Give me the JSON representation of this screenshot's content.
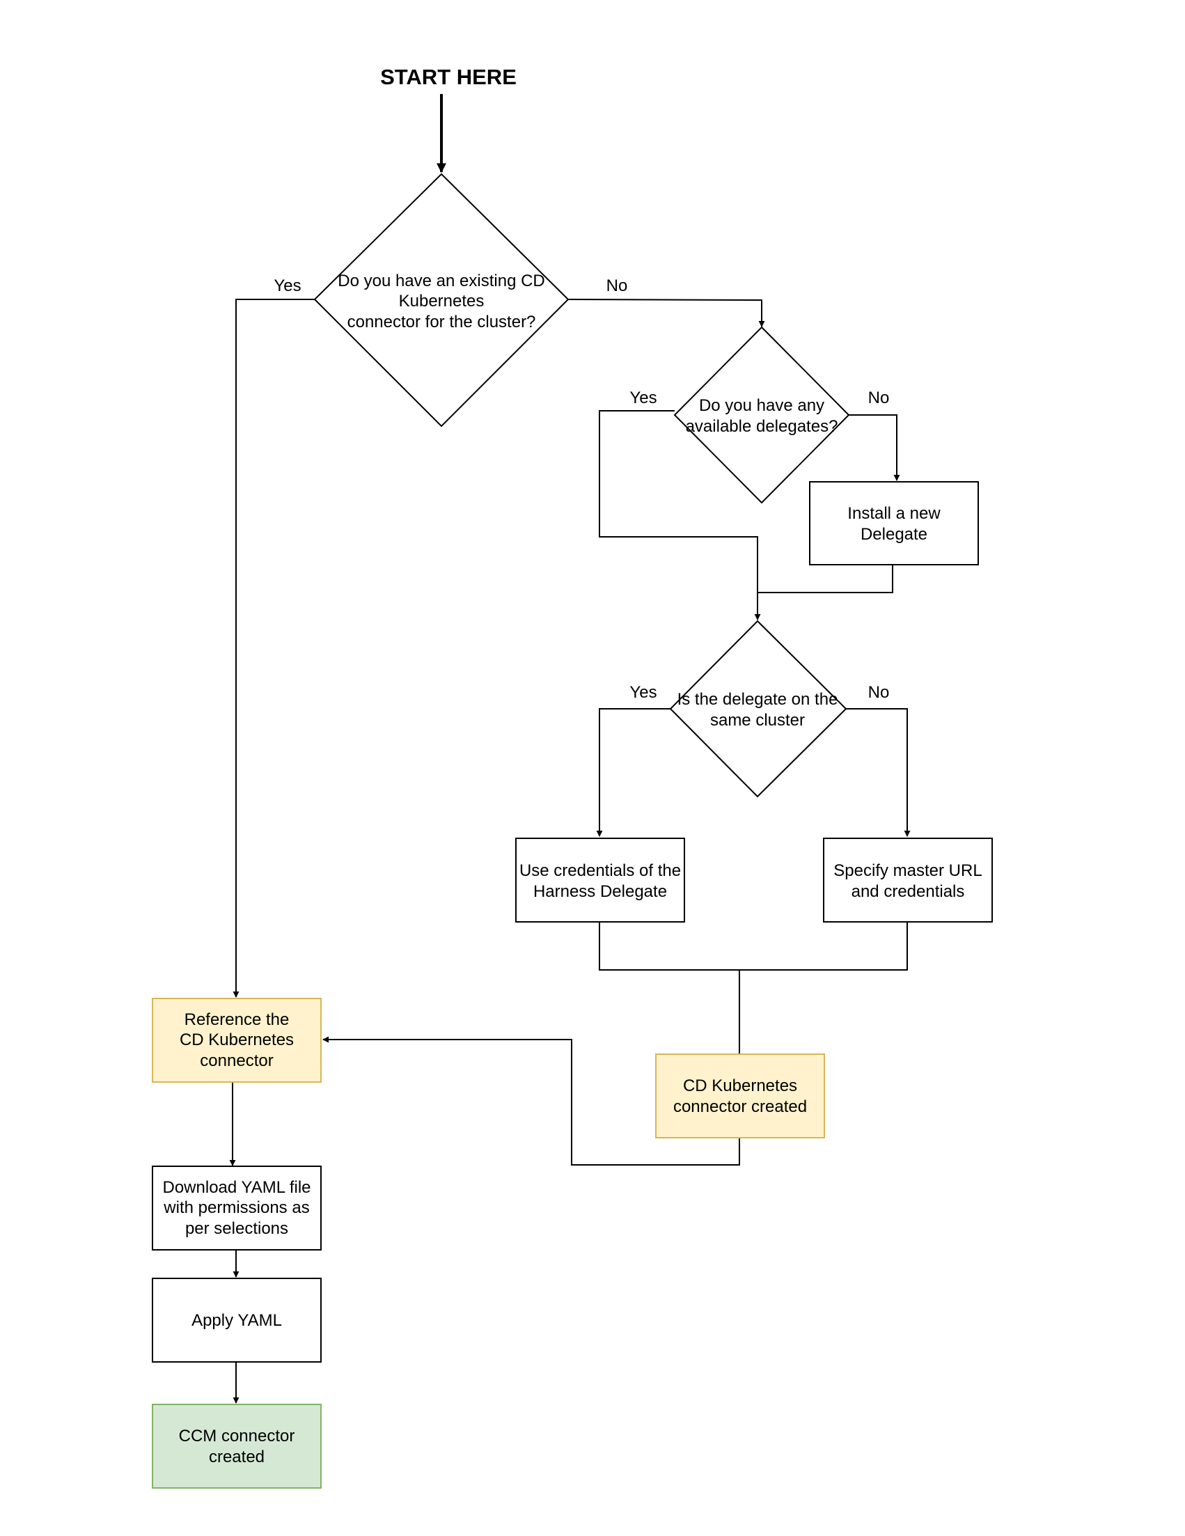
{
  "diagram": {
    "title": "START HERE",
    "nodes": {
      "q_existing_connector": [
        "Do you have an existing CD",
        "Kubernetes",
        "connector for the cluster?"
      ],
      "q_available_delegates": [
        "Do you have any",
        "available delegates?"
      ],
      "install_delegate": [
        "Install a new",
        "Delegate"
      ],
      "q_same_cluster": [
        "Is the delegate on the",
        "same cluster"
      ],
      "use_delegate_credentials": [
        "Use credentials of the",
        "Harness Delegate"
      ],
      "specify_master_url": [
        "Specify master URL",
        "and credentials"
      ],
      "reference_connector": [
        "Reference the",
        "CD Kubernetes",
        "connector"
      ],
      "cd_connector_created": [
        "CD Kubernetes",
        "connector created"
      ],
      "download_yaml": [
        "Download YAML file",
        "with permissions as",
        "per selections"
      ],
      "apply_yaml": [
        "Apply YAML"
      ],
      "ccm_connector_created": [
        "CCM connector",
        "created"
      ]
    },
    "edge_labels": {
      "existing_yes": "Yes",
      "existing_no": "No",
      "delegates_yes": "Yes",
      "delegates_no": "No",
      "same_yes": "Yes",
      "same_no": "No"
    },
    "colors": {
      "line": "#000000",
      "default_fill": "#ffffff",
      "highlight_fill": "#fff2cc",
      "highlight_stroke": "#d6b656",
      "success_fill": "#d5e8d4",
      "success_stroke": "#82b366"
    }
  }
}
